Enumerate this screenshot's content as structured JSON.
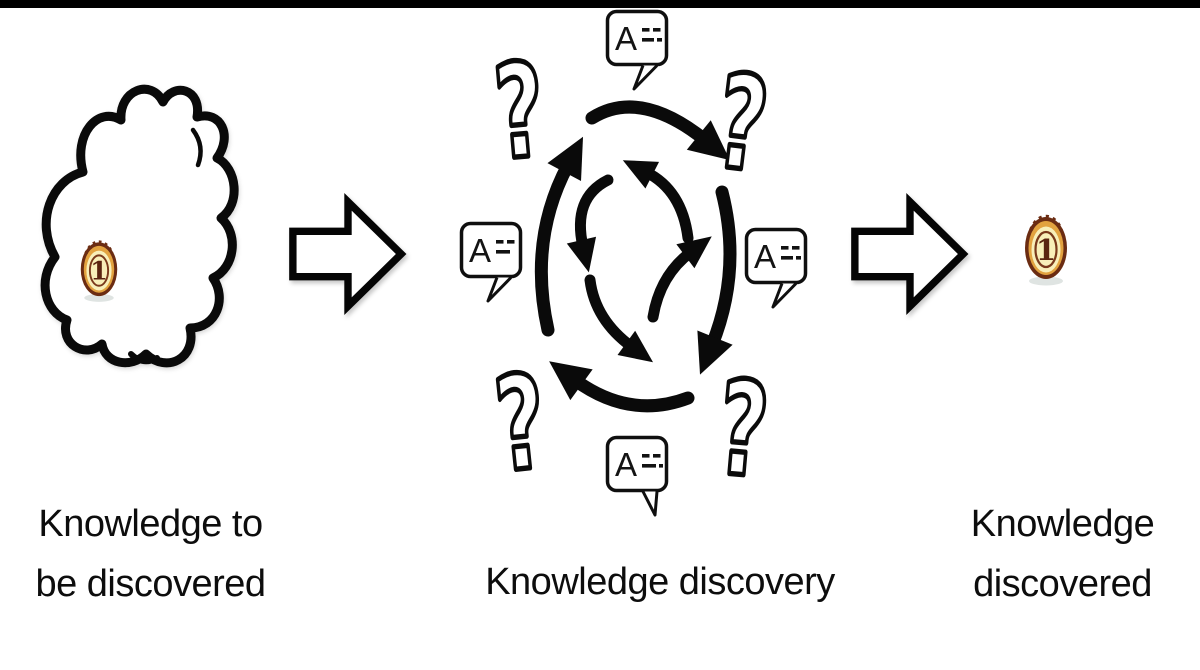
{
  "labels": {
    "left": {
      "line1": "Knowledge to",
      "line2": "be discovered"
    },
    "middle": "Knowledge discovery",
    "right": {
      "line1": "Knowledge",
      "line2": "discovered"
    }
  },
  "coin": {
    "value": "1",
    "face_color": "#f8efb9",
    "ring_color": "#e2a23f",
    "border_color": "#6b2c12",
    "digit_color": "#5a2410",
    "shadow_color": "#dfe4e2"
  },
  "bubble": {
    "letter": "A"
  },
  "question_mark": {
    "char": "?"
  },
  "colors": {
    "ink": "#0a0a0a",
    "text": "#0d0d0d",
    "background": "#ffffff",
    "letterbox": "#000000"
  }
}
